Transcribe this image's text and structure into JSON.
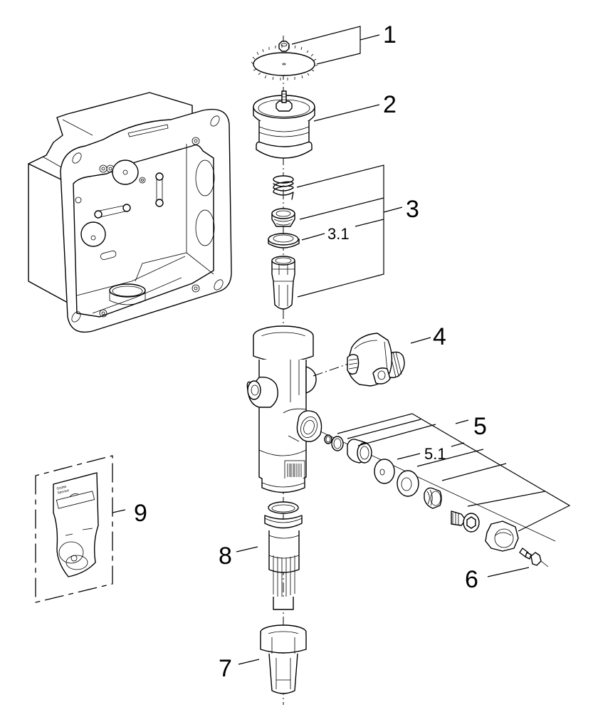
{
  "diagram": {
    "title": "Exploded parts view – concealed flush valve assembly",
    "callouts": [
      {
        "id": "1",
        "label": "1",
        "part": "nut and toothed retaining disc"
      },
      {
        "id": "2",
        "label": "2",
        "part": "piston head / cover cap"
      },
      {
        "id": "3",
        "label": "3",
        "part": "spring, valve seat, seal and cartridge set"
      },
      {
        "id": "3.1",
        "label": "3.1",
        "part": "seal ring"
      },
      {
        "id": "4",
        "label": "4",
        "part": "union connector with stop"
      },
      {
        "id": "5",
        "label": "5",
        "part": "side outlet seal and spring set"
      },
      {
        "id": "5.1",
        "label": "5.1",
        "part": "flat washer"
      },
      {
        "id": "6",
        "label": "6",
        "part": "screw"
      },
      {
        "id": "7",
        "label": "7",
        "part": "union nut with tail piece"
      },
      {
        "id": "8",
        "label": "8",
        "part": "outlet connector"
      },
      {
        "id": "9",
        "label": "9",
        "part": "service seal kit (bag)"
      }
    ],
    "package_text": {
      "line1": "Grohe",
      "line2": "Service"
    }
  }
}
